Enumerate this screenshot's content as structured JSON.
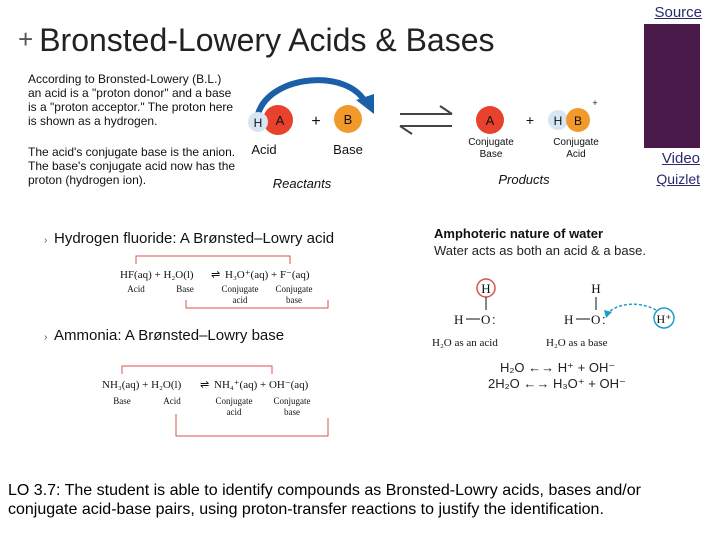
{
  "header": {
    "plus": "+",
    "title": "Bronsted-Lowery Acids & Bases",
    "source_link": "Source",
    "video_link": "Video",
    "quizlet_link": "Quizlet"
  },
  "intro": {
    "paragraph1": "According to Bronsted-Lowery (B.L.) an acid is a \"proton donor\" and a base is a \"proton acceptor.\" The proton here is shown as a hydrogen.",
    "paragraph2": "The acid's conjugate base is the anion. The base's conjugate acid now has the proton (hydrogen ion)."
  },
  "reaction_diagram": {
    "h": "H",
    "a": "A",
    "b": "B",
    "plus": "+",
    "acid": "Acid",
    "base": "Base",
    "conjugate_base": [
      "Conjugate",
      "Base"
    ],
    "conjugate_acid": [
      "Conjugate",
      "Acid"
    ],
    "reactants": "Reactants",
    "products": "Products",
    "plus_sign_small": "+"
  },
  "examples": {
    "hf_title": "Hydrogen fluoride: A Brønsted–Lowry acid",
    "hf_eq_left": "HF(aq) + H₂O(l)",
    "hf_eq_right": "H₃O⁺(aq) + F⁻(aq)",
    "hf_labels": [
      "Acid",
      "Base",
      "Conjugate",
      "acid",
      "Conjugate",
      "base"
    ],
    "nh3_title": "Ammonia: A Brønsted–Lowry base",
    "nh3_eq_left": "NH₃(aq) + H₂O(l)",
    "nh3_eq_right": "NH₄⁺(aq) + OH⁻(aq)",
    "nh3_labels": [
      "Base",
      "Acid",
      "Conjugate",
      "acid",
      "Conjugate",
      "base"
    ]
  },
  "amphoteric": {
    "title": "Amphoteric nature of water",
    "subtitle": "Water acts as both an acid & a base.",
    "acid_label": "H₂O as an acid",
    "base_label": "H₂O as a base",
    "h_plus": "H⁺",
    "eq1": "H₂O ←→ H⁺ + OH⁻",
    "eq2": "2H₂O ←→ H₃O⁺ + OH⁻"
  },
  "learning_objective": "LO 3.7: The student is able to identify compounds as Bronsted-Lowry acids, bases and/or conjugate acid-base pairs, using proton-transfer reactions to justify the identification.",
  "colors": {
    "sidebar": "#4a1a4a",
    "ball_a": "#e8412c",
    "ball_b": "#f19a2b",
    "ball_h": "#d6e6f4",
    "arrow_blue": "#1a5fa8",
    "link": "#2a2a6e",
    "bracket_red": "#d9534f"
  }
}
